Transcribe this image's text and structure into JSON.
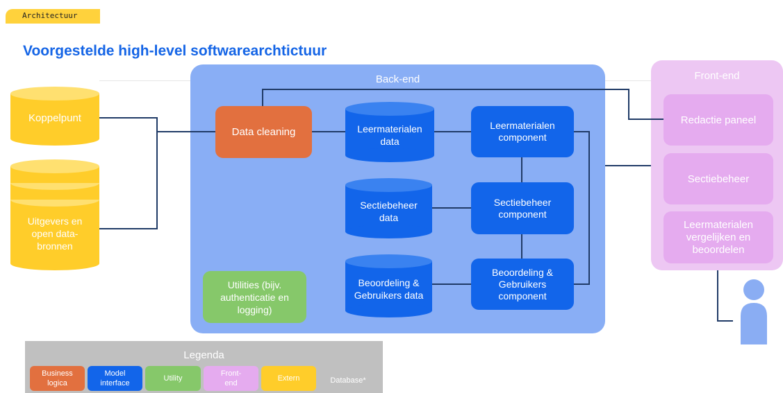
{
  "header": {
    "tag": "Architectuur",
    "title": "Voorgestelde high-level softwarearchtictuur"
  },
  "backend": {
    "title": "Back-end",
    "data_cleaning": "Data cleaning",
    "utilities": "Utilities (bijv. authenticatie en logging)",
    "databases": {
      "leermaterialen": "Leermaterialen\ndata",
      "sectiebeheer": "Sectiebeheer\ndata",
      "beoordeling": "Beoordeling &\nGebruikers data"
    },
    "components": {
      "leermaterialen": "Leermaterialen component",
      "sectiebeheer": "Sectiebeheer component",
      "beoordeling": "Beoordeling & Gebruikers component"
    }
  },
  "extern": {
    "koppelpunt": "Koppelpunt",
    "uitgevers": "Uitgevers en\nopen data-\nbronnen"
  },
  "frontend": {
    "title": "Front-end",
    "redactie": "Redactie paneel",
    "sectiebeheer": "Sectiebeheer",
    "vergelijken": "Leermaterialen vergelijken en beoordelen"
  },
  "legend": {
    "title": "Legenda",
    "business": "Business\nlogica",
    "model": "Model\ninterface",
    "utility": "Utility",
    "frontend": "Front-\nend",
    "extern": "Extern",
    "database": "Database*"
  },
  "colors": {
    "business_logic": "#e2703f",
    "model_interface": "#1265ea",
    "utility": "#86c86a",
    "frontend": "#e5abef",
    "extern": "#ffcd2a",
    "backend_panel": "#89aef5",
    "title_blue": "#1565e6"
  }
}
